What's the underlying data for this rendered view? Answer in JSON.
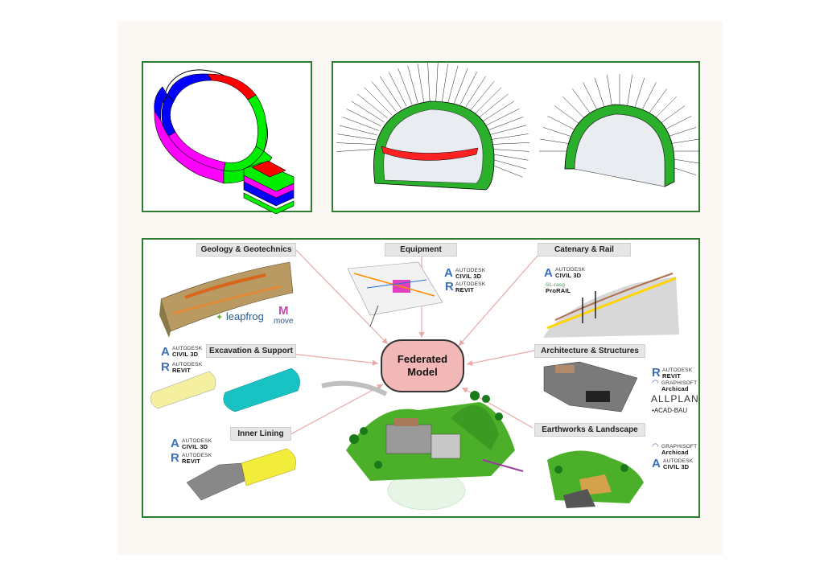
{
  "center": {
    "line1": "Federated",
    "line2": "Model"
  },
  "labels": {
    "geology": "Geology & Geotechnics",
    "equipment": "Equipment",
    "catenary": "Catenary & Rail",
    "excavation": "Excavation & Support",
    "architecture": "Architecture & Structures",
    "inner_lining": "Inner Lining",
    "earthworks": "Earthworks & Landscape"
  },
  "logos": {
    "autodesk": "AUTODESK",
    "civil3d": "CIVIL 3D",
    "revit": "REVIT",
    "graphisoft": "GRAPHISOFT",
    "archicad": "Archicad",
    "allplan": "ALLPLAN",
    "acadbau": "ACAD-BAU",
    "leapfrog": "leapfrog",
    "move": "move",
    "prorail_top": "SL-rasg",
    "prorail": "ProRAIL"
  },
  "colors": {
    "frame": "#2e7d32",
    "center_fill": "#f2b8b8",
    "arrow": "#e8a9a9",
    "logo_blue": "#3b6fb6"
  }
}
